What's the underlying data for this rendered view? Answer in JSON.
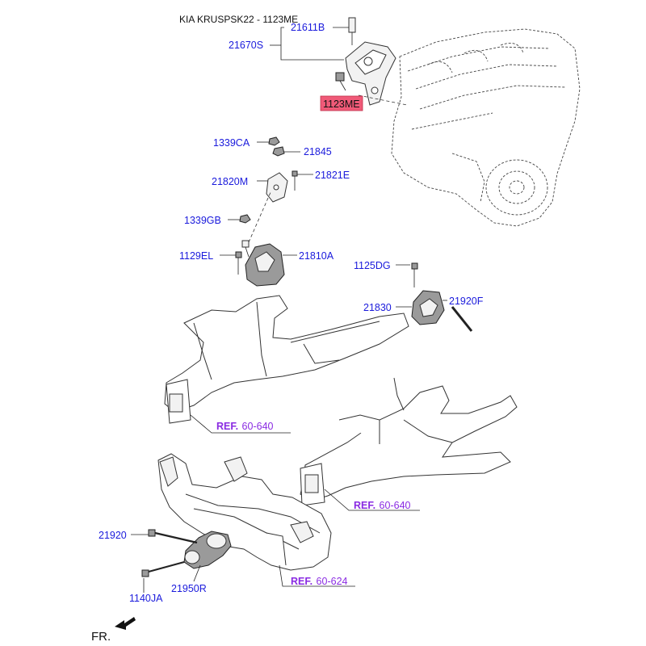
{
  "diagram": {
    "title": "KIA KRUSPSK22 - 1123ME",
    "parts": {
      "p21611B": "21611B",
      "p21670S": "21670S",
      "p1123ME": "1123ME",
      "p1339CA": "1339CA",
      "p21845": "21845",
      "p21820M": "21820M",
      "p21821E": "21821E",
      "p1339GB": "1339GB",
      "p1129EL": "1129EL",
      "p21810A": "21810A",
      "p1125DG": "1125DG",
      "p21830": "21830",
      "p21920F": "21920F",
      "p21920": "21920",
      "p1140JA": "1140JA",
      "p21950R": "21950R"
    },
    "refs": {
      "ref1": {
        "prefix": "REF.",
        "number": "60-640"
      },
      "ref2": {
        "prefix": "REF.",
        "number": "60-640"
      },
      "ref3": {
        "prefix": "REF.",
        "number": "60-624"
      }
    },
    "highlight_color": "#f05a78",
    "part_label_color": "#1a1adc",
    "ref_label_color": "#8a2be2",
    "front_label": "FR."
  }
}
